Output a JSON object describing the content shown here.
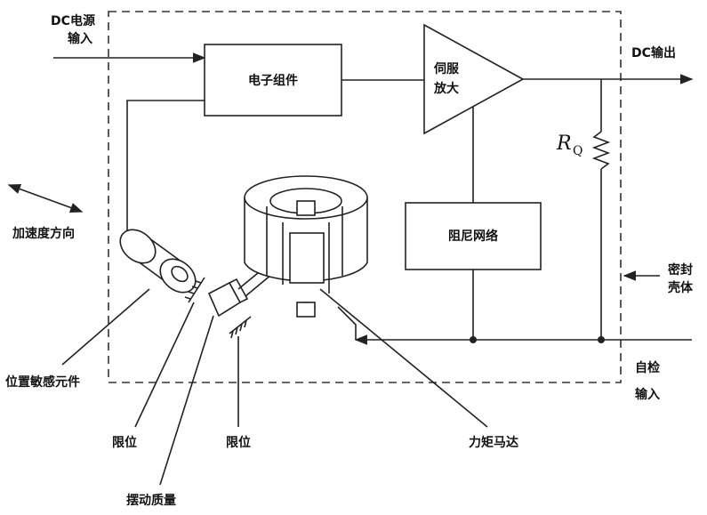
{
  "labels": {
    "dc_power_in_1": "DC电源",
    "dc_power_in_2": "输入",
    "electronics": "电子组件",
    "servo_amp_1": "伺服",
    "servo_amp_2": "放大",
    "dc_out": "DC输出",
    "rq_main": "R",
    "rq_sub": "Q",
    "accel_direction": "加速度方向",
    "damping_network": "阻尼网络",
    "sealed_case_1": "密封",
    "sealed_case_2": "壳体",
    "position_sensor": "位置敏感元件",
    "self_test_1": "自检",
    "self_test_2": "输入",
    "limit_left": "限位",
    "limit_right": "限位",
    "torque_motor": "力矩马达",
    "pendulum_mass": "摆动质量"
  }
}
